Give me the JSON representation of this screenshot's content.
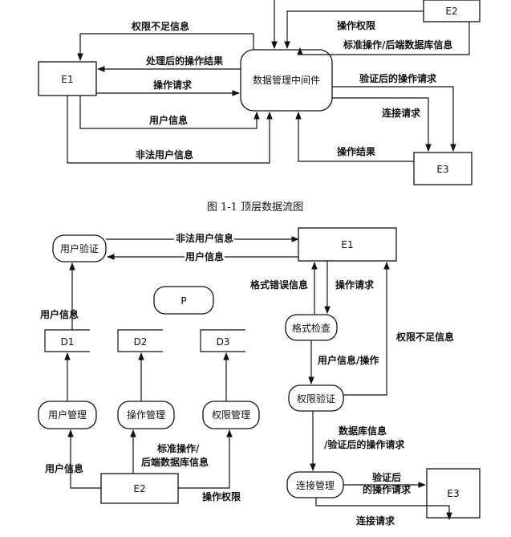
{
  "figure1": {
    "caption": "图 1-1   顶层数据流图",
    "nodes": {
      "e1": "E1",
      "e2": "E2",
      "e3": "E3",
      "middleware": "数据管理中间件"
    },
    "flows": {
      "insufficient_permission": "权限不足信息",
      "processed_result": "处理后的操作结果",
      "operation_request": "操作请求",
      "user_info": "用户信息",
      "illegal_user_info": "非法用户信息",
      "operation_permission": "操作权限",
      "std_op_db_info": "标准操作/后端数据库信息",
      "verified_op_request": "验证后的操作请求",
      "connection_request": "连接请求",
      "operation_result": "操作结果"
    }
  },
  "figure2": {
    "nodes": {
      "user_verify": "用户验证",
      "e1": "E1",
      "p": "P",
      "format_check": "格式检查",
      "permission_verify": "权限验证",
      "connection_mgmt": "连接管理",
      "e3": "E3",
      "user_mgmt": "用户管理",
      "op_mgmt": "操作管理",
      "perm_mgmt": "权限管理",
      "e2": "E2"
    },
    "stores": {
      "d1": "D1",
      "d2": "D2",
      "d3": "D3"
    },
    "flows": {
      "illegal_user_info": "非法用户信息",
      "user_info_top": "用户信息",
      "user_info_left": "用户信息",
      "format_error": "格式错误信息",
      "operation_request": "操作请求",
      "insufficient_permission": "权限不足信息",
      "user_info_op": "用户信息/操作",
      "db_info_line1": "数据库信息",
      "db_info_line2": "/验证后的操作请求",
      "std_op_line1": "标准操作/",
      "std_op_line2": "后端数据库信息",
      "user_info_e2": "用户信息",
      "op_permission": "操作权限",
      "verified_line1": "验证后",
      "verified_line2": "的操作请求",
      "connection_request": "连接请求"
    }
  }
}
